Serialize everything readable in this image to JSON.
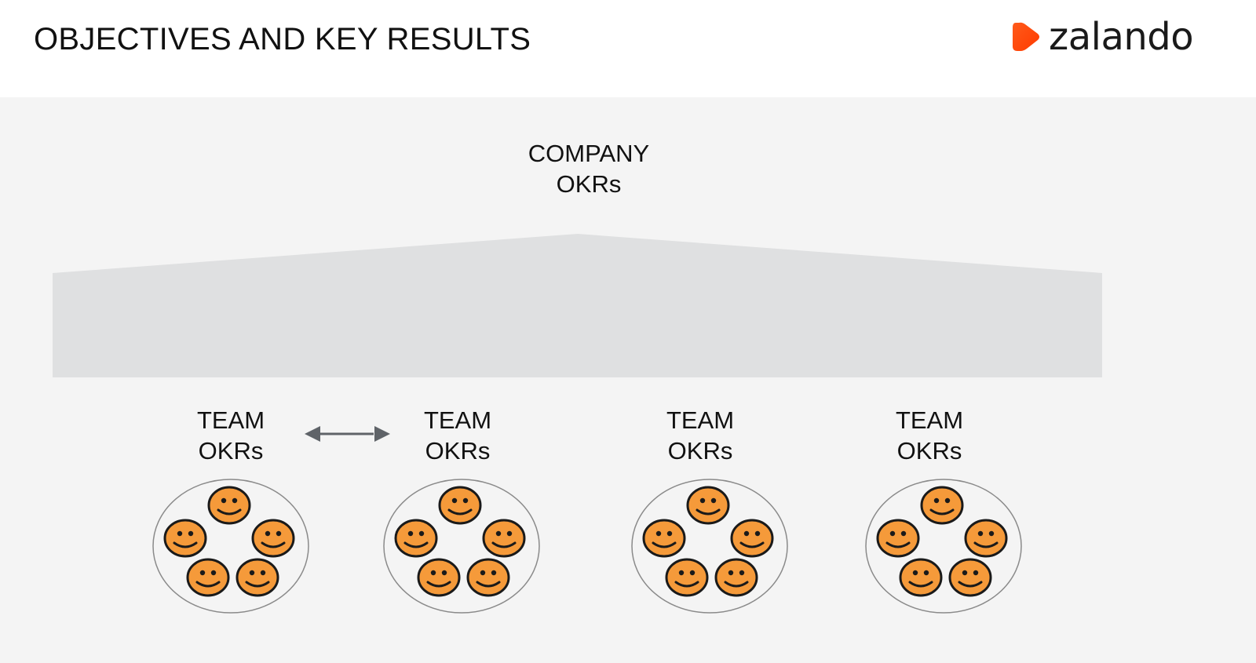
{
  "header": {
    "title": "OBJECTIVES AND KEY RESULTS",
    "brand": {
      "name": "zalando",
      "accent_color": "#ff6900"
    }
  },
  "diagram": {
    "company": {
      "line1": "COMPANY",
      "line2": "OKRs"
    },
    "teams": [
      {
        "line1": "TEAM",
        "line2": "OKRs",
        "members": 5
      },
      {
        "line1": "TEAM",
        "line2": "OKRs",
        "members": 5
      },
      {
        "line1": "TEAM",
        "line2": "OKRs",
        "members": 5
      },
      {
        "line1": "TEAM",
        "line2": "OKRs",
        "members": 5
      }
    ],
    "connector": {
      "type": "bidirectional-arrow",
      "between": [
        "team-1",
        "team-2"
      ]
    },
    "colors": {
      "background": "#f4f4f4",
      "roof": "#dfe0e1",
      "face_fill": "#f59a3a",
      "face_stroke": "#1a1a1a",
      "group_ring": "#8a8a8a",
      "arrow": "#5f6368"
    }
  }
}
